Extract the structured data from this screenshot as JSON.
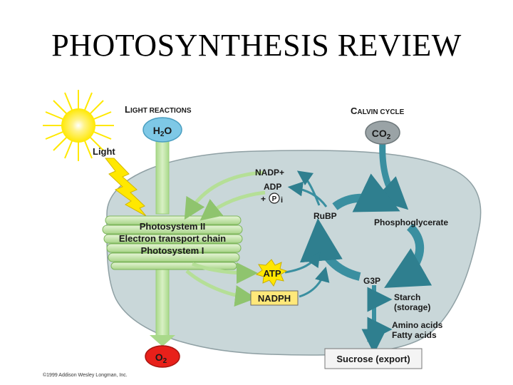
{
  "title": "PHOTOSYNTHESIS REVIEW",
  "light_reactions": {
    "heading_cap": "L",
    "heading_rest": "IGHT REACTIONS",
    "input": {
      "main": "H",
      "sub": "2",
      "tail": "O"
    },
    "output": {
      "main": "O",
      "sub": "2"
    },
    "light": "Light",
    "membrane": [
      "Photosystem II",
      "Electron transport chain",
      "Photosystem I"
    ]
  },
  "calvin_cycle": {
    "heading_cap": "C",
    "heading_rest": "ALVIN CYCLE",
    "input": {
      "main": "CO",
      "sub": "2"
    },
    "intermediates": {
      "nadp": "NADP+",
      "adp": "ADP",
      "pi_plus": "+",
      "pi_circle": "P",
      "pi_i": "i",
      "rubp": "RuBP",
      "phosphoglycerate": "Phosphoglycerate",
      "atp": "ATP",
      "nadph": "NADPH",
      "g3p": "G3P"
    },
    "products": {
      "starch": "Starch",
      "starch_note": "(storage)",
      "amino": "Amino acids",
      "fatty": "Fatty acids",
      "sucrose": "Sucrose (export)"
    }
  },
  "credit": "©1999 Addison Wesley Longman, Inc.",
  "colors": {
    "chloroplast_fill": "#c9d7d9",
    "green_arrow": "#bfe3a0",
    "teal_arrow": "#3a8fa0",
    "h2o_fill": "#7ec8e6",
    "co2_fill": "#9aa3a6",
    "o2_fill": "#e8201a",
    "atp_fill": "#ffe600",
    "nadph_fill": "#ffe87a",
    "sun": "#ffe800"
  }
}
